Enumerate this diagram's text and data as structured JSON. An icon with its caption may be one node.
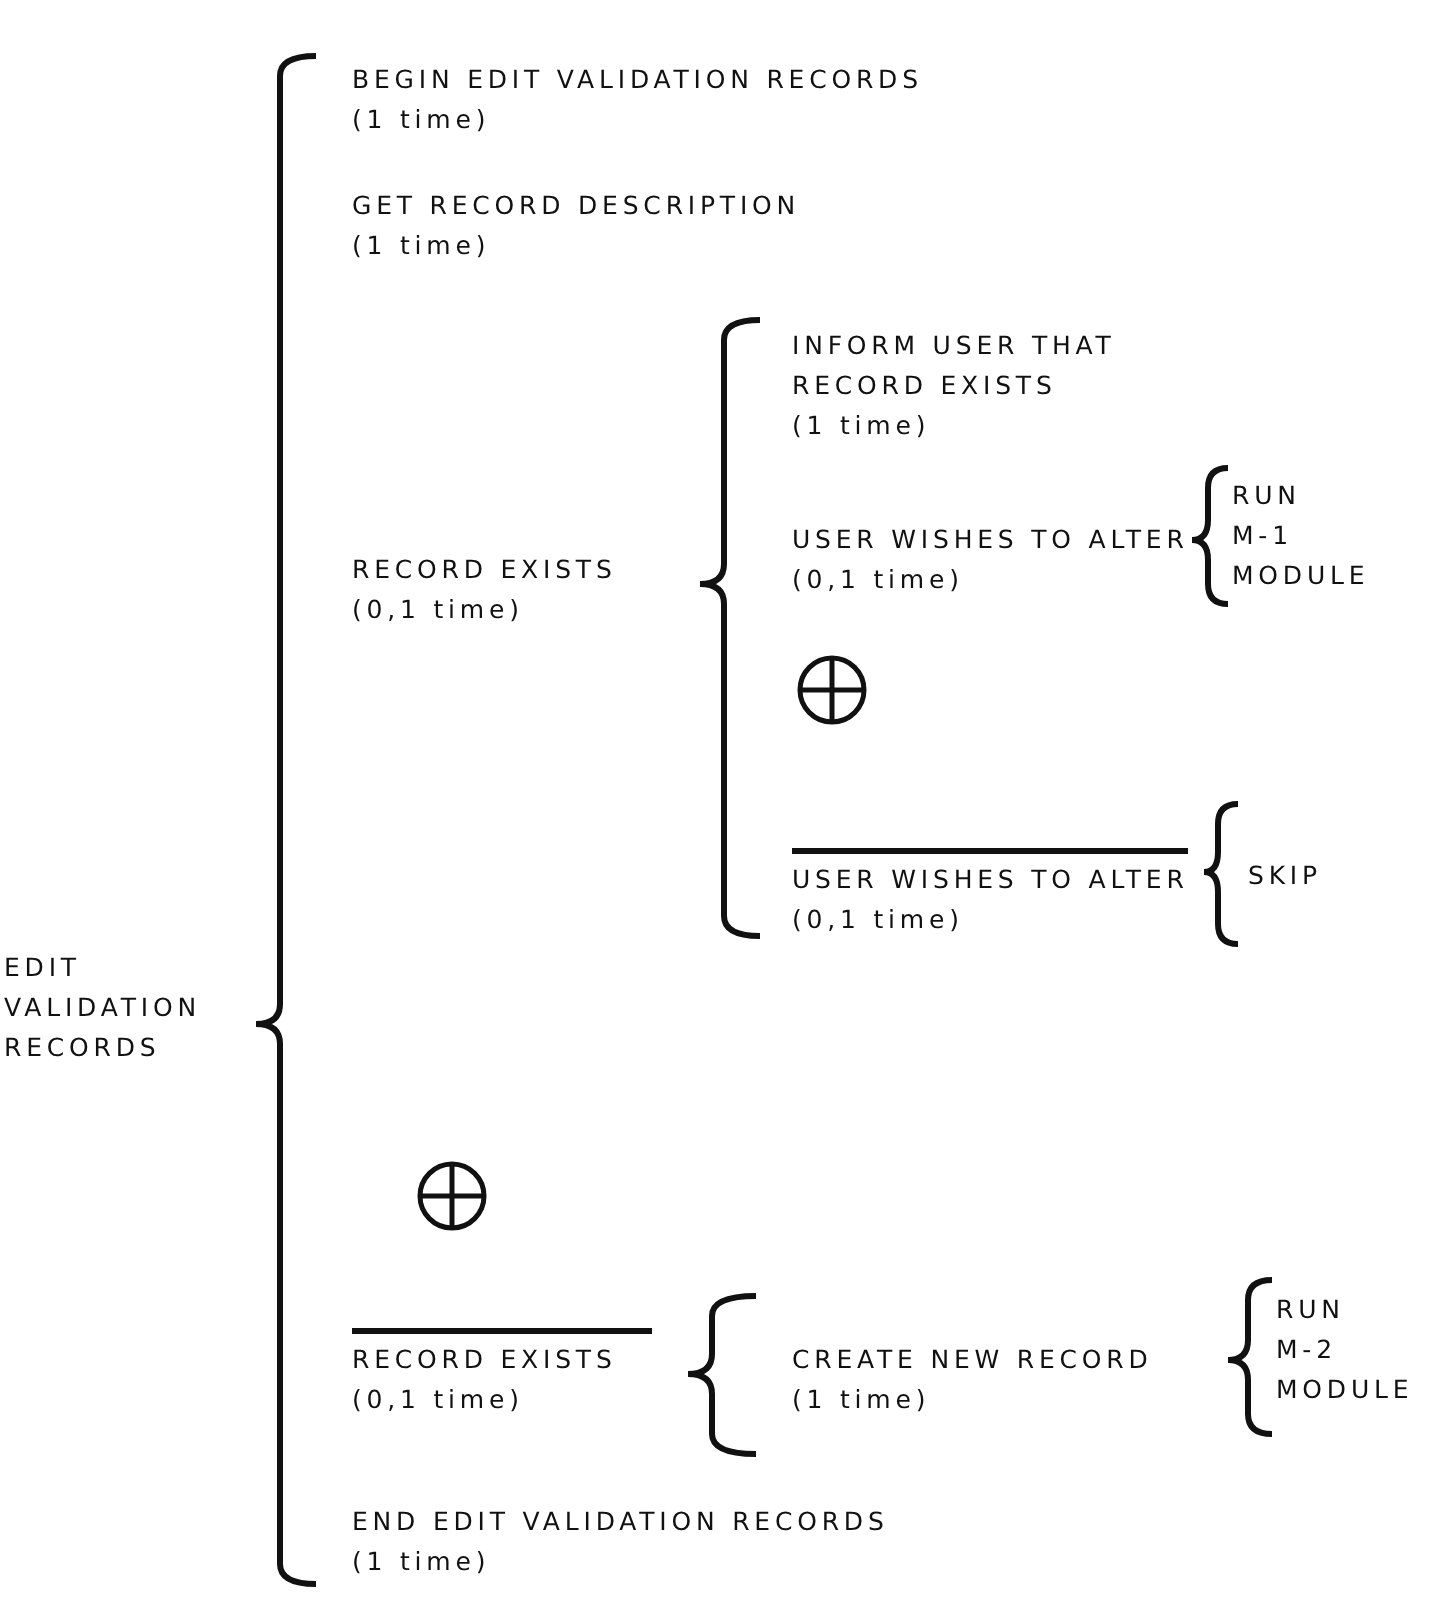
{
  "diagram": {
    "nodes": [
      {
        "text": [
          "EDIT VALIDATION RECORDS"
        ]
      },
      {
        "text": [
          "BEGIN EDIT VALIDATION RECORDS",
          "(1 time)"
        ]
      },
      {
        "text": [
          "GET RECORD DESCRIPTION",
          "(1 time)"
        ]
      },
      {
        "text": [
          "RECORD EXISTS",
          "(0,1 time)"
        ]
      },
      {
        "text": [
          "INFORM USER THAT RECORD EXISTS",
          "(1 time)"
        ]
      },
      {
        "text": [
          "USER WISHES TO ALTER",
          "(0,1 time)"
        ]
      },
      {
        "text": [
          "RUN M-1 MODULE"
        ]
      },
      {
        "text": [
          "USER WISHES TO ALTER",
          "(0,1 time)"
        ]
      },
      {
        "text": [
          "SKIP"
        ]
      },
      {
        "text": [
          "RECORD EXISTS",
          "(0,1 time)"
        ]
      },
      {
        "text": [
          "CREATE NEW RECORD",
          "(1 time)"
        ]
      },
      {
        "text": [
          "RUN M-2 MODULE"
        ]
      },
      {
        "text": [
          "END EDIT VALIDATION RECORDS",
          "(1 time)"
        ]
      }
    ]
  }
}
